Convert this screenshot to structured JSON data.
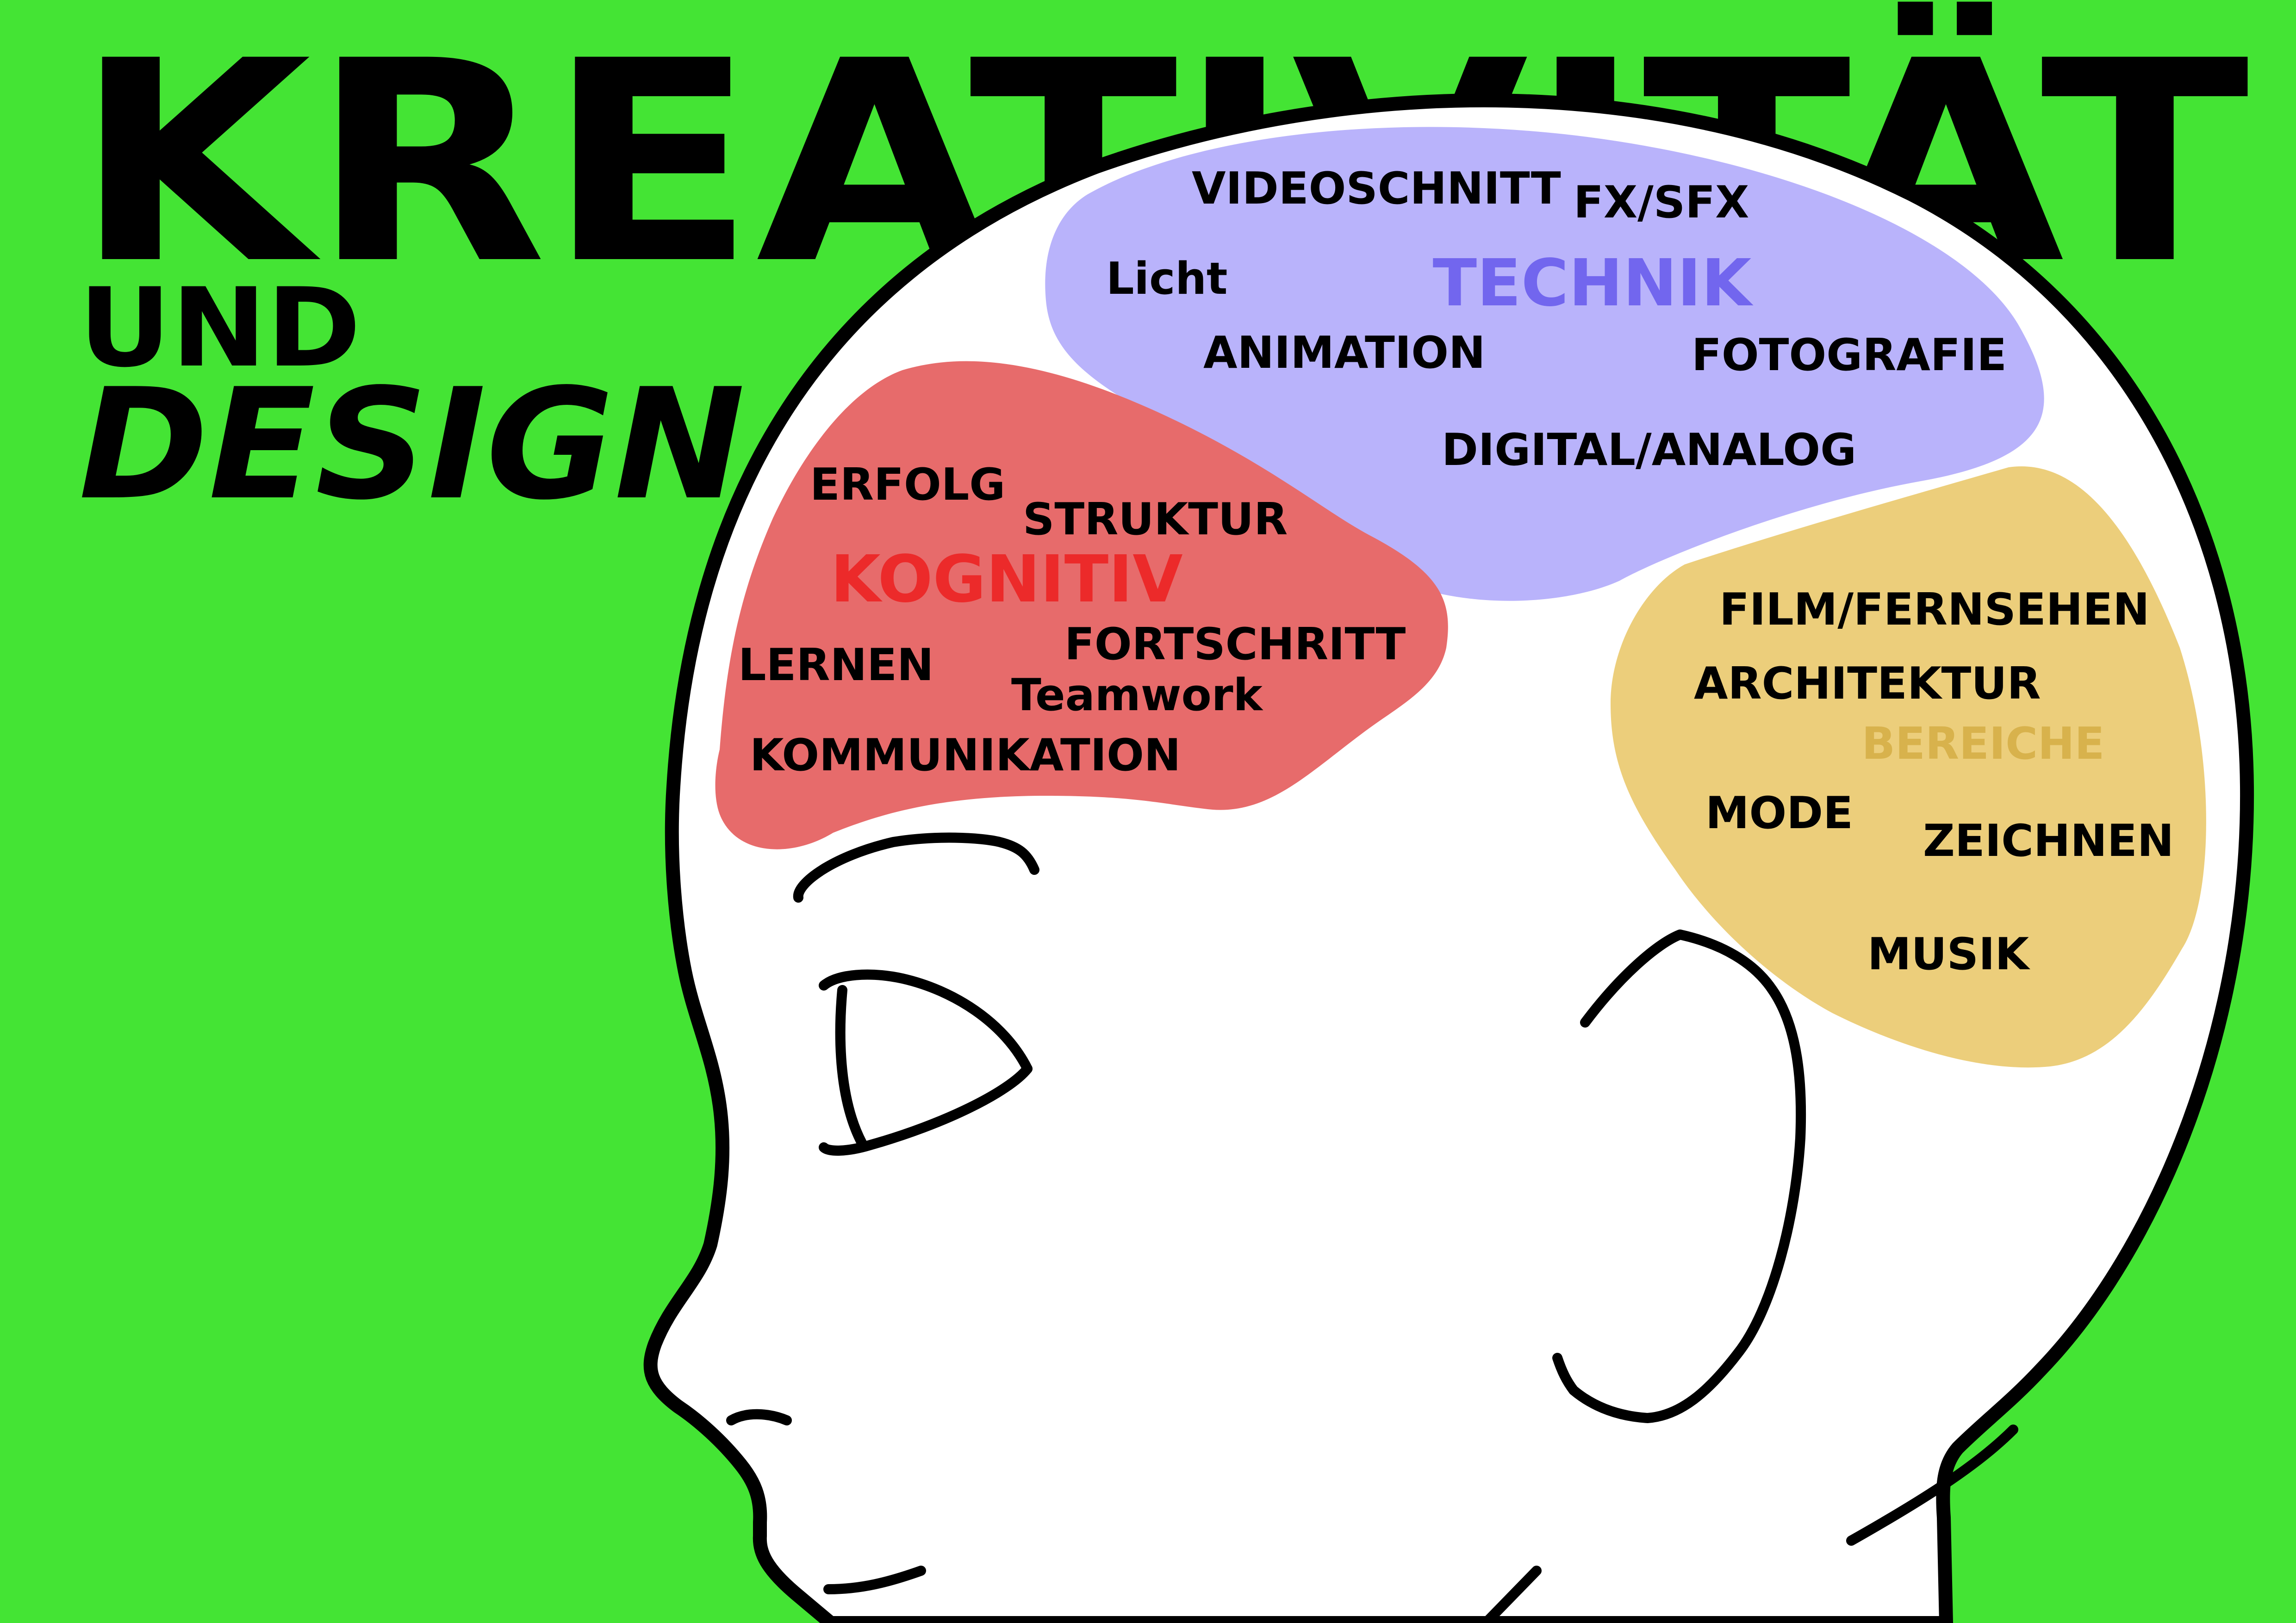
{
  "title": {
    "line1": "KREATIVITÄT",
    "line2": "UND",
    "line3": "DESIGN"
  },
  "colors": {
    "background": "#44e434",
    "technik_blob": "#b9b3fb",
    "technik_label": "#7266ee",
    "kognitiv_blob": "#e76b6b",
    "kognitiv_label": "#ec2a2a",
    "bereiche_blob": "#ecce7b",
    "bereiche_label": "#d8b24c",
    "outline": "#000000",
    "head": "#ffffff"
  },
  "technik": {
    "label": "TECHNIK",
    "items": [
      "VIDEOSCHNITT",
      "FX/SFX",
      "Licht",
      "ANIMATION",
      "FOTOGRAFIE",
      "DIGITAL/ANALOG"
    ]
  },
  "kognitiv": {
    "label": "KOGNITIV",
    "items": [
      "ERFOLG",
      "STRUKTUR",
      "LERNEN",
      "FORTSCHRITT",
      "Teamwork",
      "KOMMUNIKATION"
    ]
  },
  "bereiche": {
    "label": "BEREICHE",
    "items": [
      "FILM/FERNSEHEN",
      "ARCHITEKTUR",
      "MODE",
      "ZEICHNEN",
      "MUSIK"
    ]
  }
}
